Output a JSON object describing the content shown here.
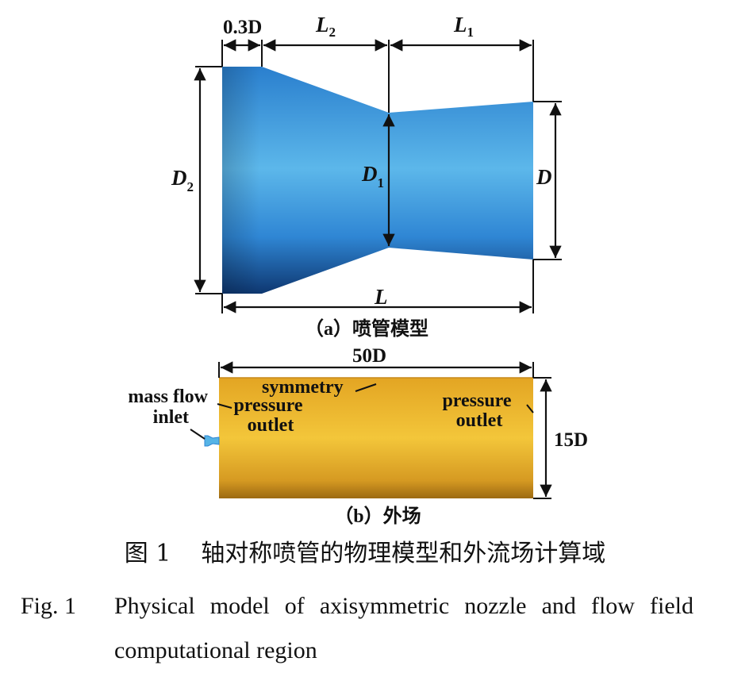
{
  "nozzle": {
    "label_03D": "0.3D",
    "label_L2": "L",
    "label_L2_sub": "2",
    "label_L1": "L",
    "label_L1_sub": "1",
    "label_D2": "D",
    "label_D2_sub": "2",
    "label_D1": "D",
    "label_D1_sub": "1",
    "label_D": "D",
    "label_L": "L",
    "subcaption": "（a）喷管模型",
    "colors": {
      "light": "#5cb7ea",
      "mid": "#2f86d4",
      "dark": "#0e3770"
    }
  },
  "domain": {
    "label_50D": "50D",
    "label_15D": "15D",
    "symmetry": "symmetry",
    "mass_flow_inlet_1": "mass flow",
    "mass_flow_inlet_2": "inlet",
    "pressure_outlet_left_1": "pressure",
    "pressure_outlet_left_2": "outlet",
    "pressure_outlet_right_1": "pressure",
    "pressure_outlet_right_2": "outlet",
    "subcaption": "（b）外场",
    "colors": {
      "light": "#f3c63a",
      "mid": "#e3a523",
      "dark": "#9c6a12",
      "nozzle": "#56b4e6"
    }
  },
  "caption": {
    "cn_num": "图 1",
    "cn_text": "轴对称喷管的物理模型和外流场计算域",
    "en_num": "Fig. 1",
    "en_line1": "Physical model of axisymmetric nozzle and flow field",
    "en_line2": "computational region"
  }
}
